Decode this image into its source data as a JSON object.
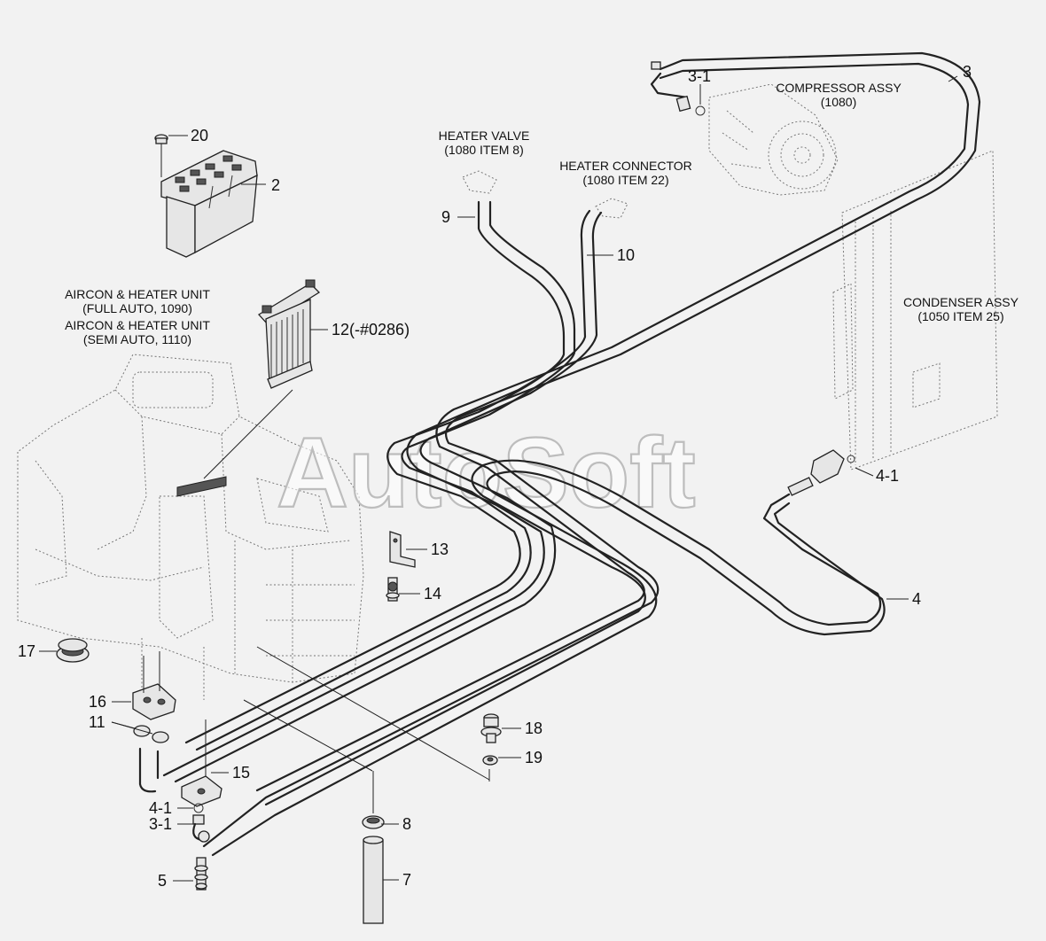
{
  "watermark": "AutoSoft",
  "captions": {
    "heater_valve": [
      "HEATER VALVE",
      "(1080 ITEM 8)"
    ],
    "heater_connector": [
      "HEATER CONNECTOR",
      "(1080 ITEM 22)"
    ],
    "compressor": [
      "COMPRESSOR ASSY",
      "(1080)"
    ],
    "condenser": [
      "CONDENSER ASSY",
      "(1050 ITEM 25)"
    ],
    "aircon_full": [
      "AIRCON & HEATER UNIT",
      "(FULL AUTO, 1090)"
    ],
    "aircon_semi": [
      "AIRCON & HEATER UNIT",
      "(SEMI AUTO, 1110)"
    ]
  },
  "callouts": {
    "c20": "20",
    "c2": "2",
    "c3": "3",
    "c3_1_top": "3-1",
    "c9": "9",
    "c10": "10",
    "c12": "12(-#0286)",
    "c4_1_right": "4-1",
    "c4": "4",
    "c13": "13",
    "c14": "14",
    "c17": "17",
    "c16": "16",
    "c11": "11",
    "c18": "18",
    "c19": "19",
    "c15": "15",
    "c4_1_bottom": "4-1",
    "c3_1_bottom": "3-1",
    "c8": "8",
    "c5": "5",
    "c7": "7"
  }
}
